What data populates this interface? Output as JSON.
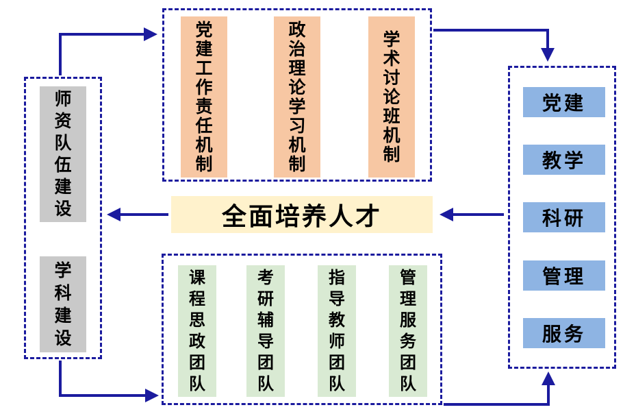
{
  "colors": {
    "border": "#1b1b9e",
    "arrow": "#1b1b9e",
    "mechanism_fill": "#f7c7a3",
    "construction_fill": "#c9c9c9",
    "team_fill": "#d9ead3",
    "function_fill": "#8eb4e3",
    "center_fill": "#fff2cc"
  },
  "left_panel": {
    "items": [
      {
        "label": "师资队伍建设"
      },
      {
        "label": "学科建设"
      }
    ]
  },
  "top_panel": {
    "items": [
      {
        "label": "党建工作责任机制"
      },
      {
        "label": "政治理论学习机制"
      },
      {
        "label": "学术讨论班机制"
      }
    ]
  },
  "center": {
    "label": "全面培养人才"
  },
  "bottom_panel": {
    "items": [
      {
        "label": "课程思政团队"
      },
      {
        "label": "考研辅导团队"
      },
      {
        "label": "指导教师团队"
      },
      {
        "label": "管理服务团队"
      }
    ]
  },
  "right_panel": {
    "items": [
      {
        "label": "党建"
      },
      {
        "label": "教学"
      },
      {
        "label": "科研"
      },
      {
        "label": "管理"
      },
      {
        "label": "服务"
      }
    ]
  }
}
